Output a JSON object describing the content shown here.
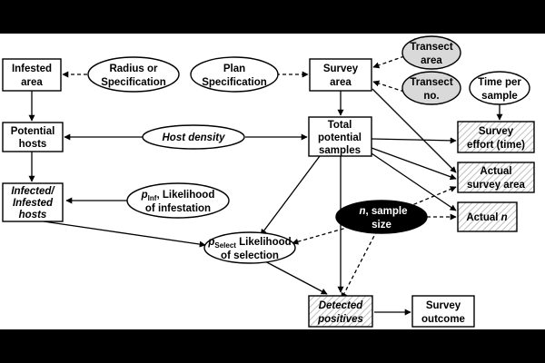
{
  "nodes": {
    "infested_area": [
      "Infested",
      "area"
    ],
    "radius_spec": [
      "Radius or",
      "Specification"
    ],
    "plan_spec": [
      "Plan",
      "Specification"
    ],
    "survey_area": [
      "Survey",
      "area"
    ],
    "transect_area": [
      "Transect",
      "area"
    ],
    "transect_no": [
      "Transect",
      "no."
    ],
    "time_per_sample": [
      "Time per",
      "sample"
    ],
    "potential_hosts": [
      "Potential",
      "hosts"
    ],
    "host_density": [
      "Host density"
    ],
    "total_potential_samples": [
      "Total",
      "potential",
      "samples"
    ],
    "survey_effort": [
      "Survey",
      "effort (time)"
    ],
    "infected_hosts": [
      "Infected/",
      "Infested",
      "hosts"
    ],
    "p_inf": {
      "symbol": "p",
      "sub": "Inf",
      "line1_rest": ", Likelihood",
      "line2": "of infestation"
    },
    "actual_survey_area": [
      "Actual",
      "survey area"
    ],
    "n_sample_size": {
      "symbol": "n",
      "line1_rest": ", sample",
      "line2": "size"
    },
    "actual_n": {
      "prefix": "Actual ",
      "symbol": "n"
    },
    "p_select": {
      "symbol": "p",
      "sub": "Select",
      "line1_rest": " Likelihood",
      "line2": "of selection"
    },
    "detected_positives": [
      "Detected",
      "positives"
    ],
    "survey_outcome": [
      "Survey",
      "outcome"
    ]
  },
  "colors": {
    "line": "#000000",
    "shaded_fill": "#d9d9d9",
    "dark_fill": "#000000",
    "hatch": "#bfbfbf",
    "background": "#ffffff"
  }
}
